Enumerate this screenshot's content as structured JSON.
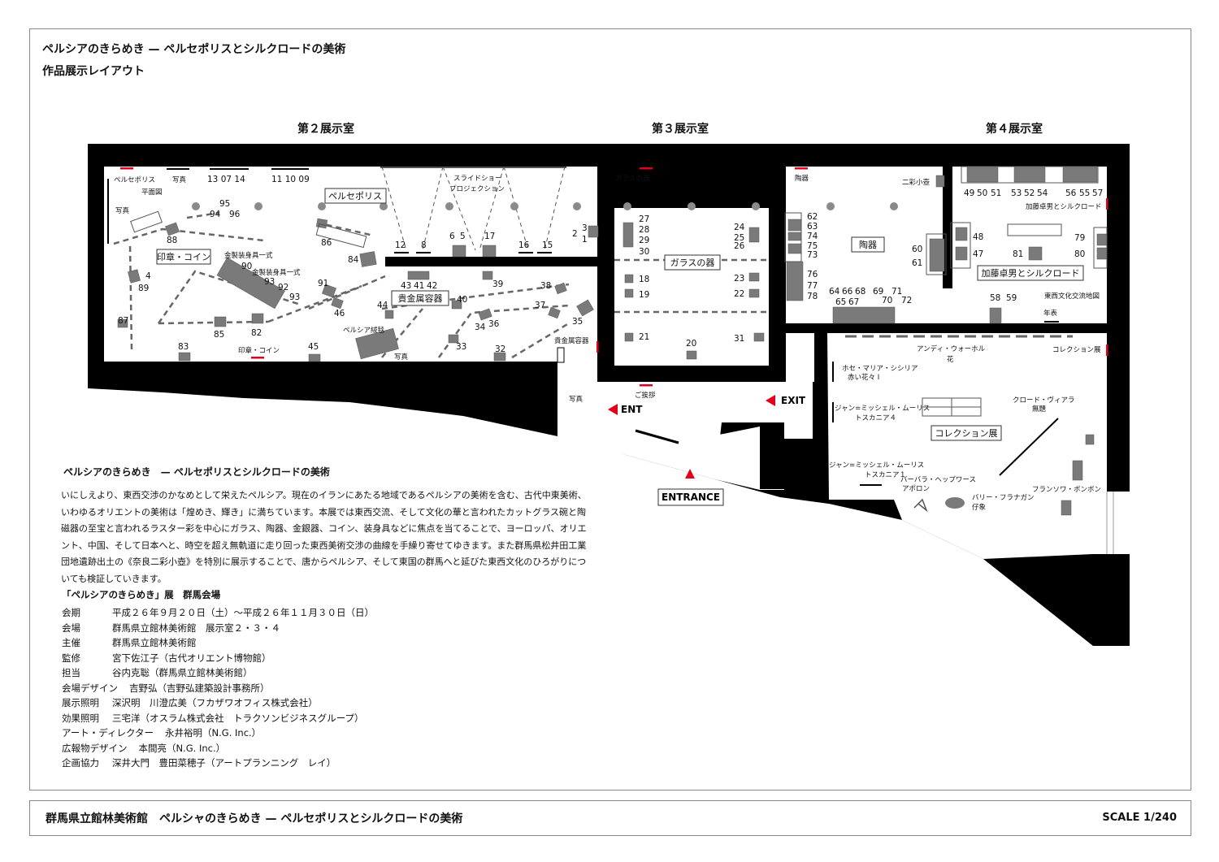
{
  "header": {
    "title": "ペルシアのきらめき — ペルセポリスとシルクロードの美術",
    "subtitle": "作品展示レイアウト"
  },
  "rooms": {
    "room2": "第２展示室",
    "room3": "第３展示室",
    "room4": "第４展示室"
  },
  "map": {
    "section_labels": [
      "印章・コイン",
      "ペルセポリス",
      "貴金属容器",
      "ガラスの器",
      "陶器",
      "加藤卓男とシルクロード",
      "コレクション展"
    ],
    "small_labels": [
      "ペルセポリス",
      "平面図",
      "写真",
      "写真",
      "スライドショー",
      "プロジェクション",
      "ガラスの器",
      "陶器",
      "二彩小壺",
      "加藤卓男とシルクロード",
      "東西文化交流地図",
      "年表",
      "金製装身具一式",
      "金製装身具一式",
      "ペルシア絨毯",
      "写真",
      "印章・コイン",
      "貴金属容器",
      "写真",
      "ご挨拶",
      "アンディ・ウォーホル",
      "花",
      "コレクション展",
      "ホセ・マリア・シシリア",
      "赤い花々 I",
      "ジャン=ミッシェル・ムーリス",
      "トスカニア４",
      "クロード・ヴィアラ",
      "無題",
      "ジャン=ミッシェル・ムーリス",
      "トスカニア１",
      "バーバラ・ヘップワース",
      "アポロン",
      "バリー・フラナガン",
      "仔象",
      "フランソワ・ボンボン"
    ],
    "numbers": [
      "13 07 14",
      "11 10 09",
      "95",
      "94",
      "96",
      "88",
      "86",
      "84",
      "12",
      "8",
      "6",
      "5",
      "17",
      "16",
      "15",
      "2",
      "3",
      "1",
      "4",
      "89",
      "90",
      "93",
      "92",
      "93",
      "91",
      "46",
      "43",
      "41",
      "42",
      "39",
      "44",
      "40",
      "38",
      "37",
      "34",
      "36",
      "35",
      "87",
      "85",
      "82",
      "83",
      "45",
      "33",
      "32",
      "27",
      "28",
      "29",
      "30",
      "18",
      "19",
      "21",
      "20",
      "24",
      "25",
      "26",
      "23",
      "22",
      "31",
      "62",
      "63",
      "74",
      "75",
      "73",
      "76",
      "77",
      "78",
      "60",
      "61",
      "64",
      "66",
      "68",
      "69",
      "71",
      "65",
      "67",
      "70",
      "72",
      "58",
      "59",
      "49",
      "50",
      "51",
      "53",
      "52",
      "54",
      "56",
      "55",
      "57",
      "48",
      "47",
      "81",
      "79",
      "80"
    ],
    "ent": "ENT",
    "exit": "EXIT",
    "entrance": "ENTRANCE"
  },
  "description": {
    "title": "ペルシアのきらめき　— ペルセポリスとシルクロードの美術",
    "body": "いにしえより、東西交渉のかなめとして栄えたペルシア。現在のイランにあたる地域であるペルシアの美術を含む、古代中東美術、いわゆるオリエントの美術は「煌めき、輝き」に満ちています。本展では東西交流、そして文化の華と言われたカットグラス碗と陶磁器の至宝と言われるラスター彩を中心にガラス、陶器、金銀器、コイン、装身具などに焦点を当てることで、ヨーロッパ、オリエント、中国、そして日本へと、時空を超え無軌道に走り回った東西美術交渉の曲線を手繰り寄せてゆきます。また群馬県松井田工業団地遺跡出土の《奈良二彩小壺》を特別に展示することで、唐からペルシア、そして東国の群馬へと延びた東西文化のひろがりについても検証していきます。"
  },
  "info": {
    "title": "「ペルシアのきらめき」展　群馬会場",
    "rows": [
      {
        "k": "会期",
        "v": "平成２６年９月２０日（土）～平成２６年１１月３０日（日）"
      },
      {
        "k": "会場",
        "v": "群馬県立館林美術館　展示室２・３・４"
      },
      {
        "k": "主催",
        "v": "群馬県立館林美術館"
      },
      {
        "k": "監修",
        "v": "宮下佐江子（古代オリエント博物館）"
      },
      {
        "k": "担当",
        "v": "谷内克聡（群馬県立館林美術館）"
      },
      {
        "k": "会場デザイン",
        "v": "吉野弘（吉野弘建築設計事務所）"
      },
      {
        "k": "展示照明",
        "v": "深沢明　川澄広美（フカザワオフィス株式会社）"
      },
      {
        "k": "効果照明",
        "v": "三宅洋（オスラム株式会社　トラクソンビジネスグループ）"
      },
      {
        "k": "アート・ディレクター",
        "v": "永井裕明（N.G. Inc.）"
      },
      {
        "k": "広報物デザイン",
        "v": "本間亮（N.G. Inc.）"
      },
      {
        "k": "企画協力",
        "v": "深井大門　豊田菜穂子（アートプランニング　レイ）"
      }
    ]
  },
  "footer": {
    "left": "群馬県立館林美術館　ペルシャのきらめき — ペルセポリスとシルクロードの美術",
    "scale": "SCALE 1/240"
  },
  "colors": {
    "wall": "#000000",
    "case": "#7a7a7a",
    "accent": "#e3001b",
    "dash": "#666666"
  }
}
